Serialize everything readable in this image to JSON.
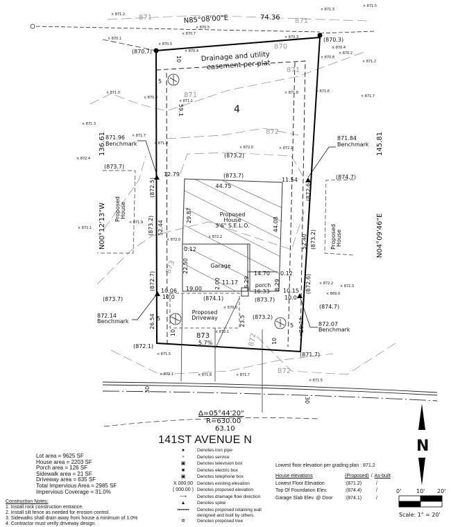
{
  "plat": {
    "lot_number": "4",
    "street_name": "141ST AVENUE N",
    "easement_label": [
      "Drainage and utility",
      "easement per plat"
    ],
    "bearings": {
      "north": "N85°08'00\"E",
      "west": "N00°12'13\"W",
      "east": "N04°09'46\"E"
    },
    "distances": {
      "north": "74.36",
      "west": "136.61",
      "east": "145.81",
      "south": "63.10"
    },
    "curve": {
      "delta": "Δ=05°44'20\"",
      "radius": "R=630.00"
    },
    "house": {
      "label": [
        "Proposed",
        "House",
        "3'6\" S.E.L.O."
      ],
      "dims": {
        "front": "44.75",
        "left": "29.87",
        "right": "44.08",
        "garage_depth": "22.50",
        "offset_a": "0.12",
        "offset_b": "0.12",
        "width_b": "14.70",
        "garage_front": "19.00",
        "step": "2.00",
        "porch_w": "11.17",
        "porch_d": "6.29",
        "porch_r": "8.29"
      }
    },
    "garage_label": "Garage",
    "porch_label": "porch",
    "porch_area": "16.33",
    "driveway_label": [
      "Proposed",
      "Driveway"
    ],
    "driveway_slope": "5.7%",
    "setbacks": {
      "front_left": "12.79",
      "front_right": "11.54",
      "rear_left": "10.06",
      "rear_left2": "10.0",
      "rear_right": "10.15",
      "rear_right2": "10.0",
      "side_left": "52.44",
      "side_right": "52.40",
      "bottom_left": "26.54",
      "bottom_right": "26.11",
      "drive_len": "23.5",
      "easement_top": "10",
      "tree_off": "5",
      "ten": "10",
      "five": "5",
      "thirty": "30",
      "dist_591": "59.1"
    },
    "benchmarks": [
      {
        "elev": "871.96",
        "label": "Benchmark"
      },
      {
        "elev": "871.84",
        "label": "Benchmark"
      },
      {
        "elev": "872.14",
        "label": "Benchmark"
      },
      {
        "elev": "872.07",
        "label": "Benchmark"
      }
    ],
    "neighbor_house_label": [
      "Proposed",
      "House"
    ],
    "contours": [
      "870",
      "871",
      "872",
      "873"
    ],
    "proposed_elevations": [
      "(870.7)",
      "(870.3)",
      "(873.7)",
      "(873.2)",
      "(873.7)",
      "(872.5)",
      "(872.6)",
      "(874.7)",
      "(873.2)",
      "(873.2)",
      "(873.7)",
      "(872.7)",
      "(872.6)",
      "(874.7)",
      "(874.1)",
      "(873.7)",
      "(873.2)",
      "(872.1)",
      "(871.7)"
    ],
    "spot_elevations": [
      "871.2",
      "870.5",
      "870.7",
      "870.1",
      "870.5",
      "870.4",
      "871.0",
      "870.8",
      "871.1",
      "871.3",
      "871.7",
      "872.4",
      "871.3",
      "871.5",
      "870.4",
      "870.8",
      "870.2",
      "871.2",
      "871.6",
      "871.8",
      "871.7",
      "872.0",
      "872.1",
      "871.8",
      "871.9",
      "872.0",
      "872.1",
      "872.2",
      "872.1",
      "871.5",
      "872.1",
      "871.8",
      "871.7",
      "871.5",
      "872.2",
      "872.3",
      "870.0",
      "869.9",
      "870.3"
    ]
  },
  "area_summary": [
    "Lot area = 9625 SF",
    "House area = 2203 SF",
    "Porch area = 126 SF",
    "Sidewalk area = 21 SF",
    "Driveway area = 635 SF",
    "Total Impervious Area = 2985 SF",
    "Impervious Coverage = 31.0%"
  ],
  "legend": [
    {
      "icon": "iron-pipe-icon",
      "symbol": "●",
      "text": "Denotes iron pipe"
    },
    {
      "icon": "service-icon",
      "symbol": "♆",
      "text": "Denotes service"
    },
    {
      "icon": "television-box-icon",
      "symbol": "▣",
      "text": "Denotes television box"
    },
    {
      "icon": "electric-box-icon",
      "symbol": "■",
      "text": "Denotes electric box"
    },
    {
      "icon": "telephone-box-icon",
      "symbol": "▣",
      "text": "Denotes telephone box"
    },
    {
      "icon": "existing-elevation-icon",
      "symbol": "X 000.00",
      "text": "Denotes existing elevation"
    },
    {
      "icon": "proposed-elevation-icon",
      "symbol": "( 000.00 )",
      "text": "Denotes proposed elevation"
    },
    {
      "icon": "drainage-arrow-icon",
      "symbol": "⟶",
      "text": "Denotes drainage flow direction"
    },
    {
      "icon": "spike-icon",
      "symbol": "▲",
      "text": "Denotes spike"
    },
    {
      "icon": "retaining-wall-icon",
      "symbol": "▪▪▪▪▪▪▪",
      "text": "Denotes proposed retaining wall designed and built by others."
    },
    {
      "icon": "tree-icon",
      "symbol": "✲",
      "text": "Denotes proposed tree"
    }
  ],
  "construction_notes": {
    "title": "Construction Notes:",
    "items": [
      "1. Install rock construction entrance.",
      "2. Install silt fence as needed for erosion control.",
      "3. Sidewalks shall drain away from house a minimum of 1.0%",
      "4. Contractor must verify driveway design."
    ]
  },
  "elevations": {
    "lowest_floor_note": "Lowest floor elevation per grading plan : 871.2",
    "header": {
      "label": "House elevations",
      "proposed": "(Proposed)",
      "sep": "/",
      "asbuilt": "As-built"
    },
    "rows": [
      {
        "label": "Lowest Floor Elevation",
        "proposed": ":(871.2)",
        "asbuilt": "/"
      },
      {
        "label": "Top Of Foundation Elev.",
        "proposed": ":(874.4)",
        "asbuilt": "/"
      },
      {
        "label": "Garage Slab Elev. @ Door",
        "proposed": ":(874.1)",
        "asbuilt": "/"
      }
    ]
  },
  "north_arrow": {
    "letter": "N"
  },
  "scale_bar": {
    "ticks": [
      "0'",
      "10'",
      "20'"
    ],
    "label": "Scale:  1\" = 20'"
  }
}
